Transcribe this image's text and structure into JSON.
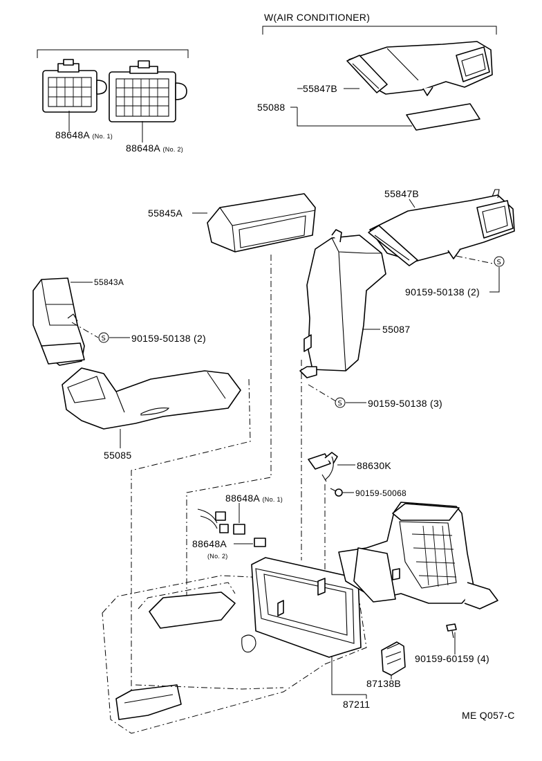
{
  "header": {
    "variant": "W(AIR CONDITIONER)"
  },
  "footer": {
    "code": "ME Q057-C"
  },
  "marker": "S",
  "labels": {
    "l88648a_1": "88648A",
    "l88648a_1_note": "(No. 1)",
    "l88648a_2": "88648A",
    "l88648a_2_note": "(No. 2)",
    "l55847b_top": "55847B",
    "l55088": "55088",
    "l55845a": "55845A",
    "l55847b": "55847B",
    "l55843a": "55843A",
    "l90159_50138_a": "90159-50138 (2)",
    "l90159_50138_b": "90159-50138 (2)",
    "l55087": "55087",
    "l55085": "55085",
    "l90159_50138_c": "90159-50138 (3)",
    "l88630k": "88630K",
    "l90159_50068": "90159-50068",
    "l88648a_mid1": "88648A",
    "l88648a_mid1_note": "(No. 1)",
    "l88648a_mid2": "88648A",
    "l88648a_mid2_note": "(No. 2)",
    "l90159_60159": "90159-60159 (4)",
    "l87138b": "87138B",
    "l87211": "87211"
  }
}
